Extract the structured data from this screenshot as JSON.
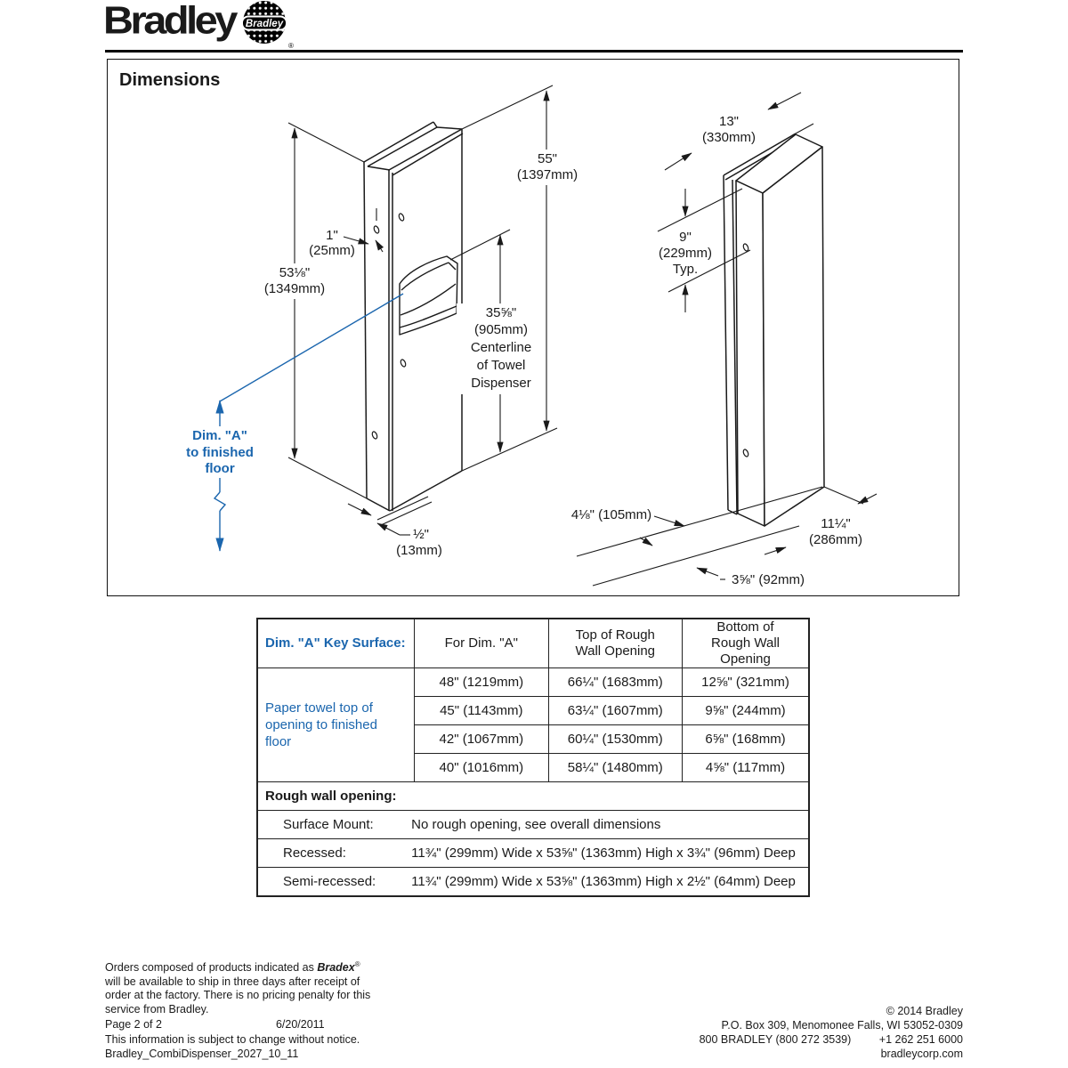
{
  "logo": {
    "brand": "Bradley",
    "globe_text": "Bradley",
    "registered": "®"
  },
  "drawing": {
    "title": "Dimensions",
    "left": {
      "h55": "55\"",
      "h55mm": "(1397mm)",
      "h53": "53⅛\"",
      "h53mm": "(1349mm)",
      "off1": "1\"",
      "off1mm": "(25mm)",
      "centerline": [
        "35⅝\"",
        "(905mm)",
        "Centerline",
        "of Towel",
        "Dispenser"
      ],
      "half": "½\"",
      "halfmm": "(13mm)",
      "dim_a": [
        "Dim. \"A\"",
        "to finished",
        "floor"
      ]
    },
    "right": {
      "d13": "13\"",
      "d13mm": "(330mm)",
      "typ9": [
        "9\"",
        "(229mm)",
        "Typ."
      ],
      "d105": "4⅛\" (105mm)",
      "d286": "11¼\"",
      "d286mm": "(286mm)",
      "d92": "3⅝\" (92mm)"
    }
  },
  "table": {
    "key_surface_label": "Dim. \"A\" Key Surface:",
    "col_dim_a": "For Dim. \"A\"",
    "col_top": "Top of Rough Wall Opening",
    "col_bottom": "Bottom of Rough Wall Opening",
    "key_surface_desc": "Paper towel top of opening to finished floor",
    "rows": [
      [
        "48\" (1219mm)",
        "66¼\" (1683mm)",
        "12⅝\" (321mm)"
      ],
      [
        "45\" (1143mm)",
        "63¼\" (1607mm)",
        "9⅝\" (244mm)"
      ],
      [
        "42\" (1067mm)",
        "60¼\" (1530mm)",
        "6⅝\" (168mm)"
      ],
      [
        "40\" (1016mm)",
        "58¼\" (1480mm)",
        "4⅝\" (117mm)"
      ]
    ],
    "rough_title": "Rough wall opening:",
    "rough_rows": [
      {
        "label": "Surface Mount:",
        "value": "No rough opening, see overall dimensions"
      },
      {
        "label": "Recessed:",
        "value": "11¾\" (299mm) Wide x 53⅝\" (1363mm) High x 3¾\" (96mm) Deep"
      },
      {
        "label": "Semi-recessed:",
        "value": "11¾\" (299mm) Wide x 53⅝\" (1363mm) High x 2½\" (64mm) Deep"
      }
    ]
  },
  "footer": {
    "bradex_prefix": "Orders composed of products indicated as ",
    "bradex_brand": "Bradex",
    "bradex_reg": "®",
    "bradex_line2": "will be available to ship in three days after receipt of",
    "bradex_line3": "order at the factory. There is no pricing penalty for this",
    "bradex_line4": "service from Bradley.",
    "page": "Page 2 of 2",
    "date": "6/20/2011",
    "notice": "This information is subject to change without notice.",
    "doc_id": "Bradley_CombiDispenser_2027_10_11",
    "copyright": "© 2014 Bradley",
    "address": "P.O. Box 309, Menomonee Falls, WI 53052-0309",
    "phone1": "800 BRADLEY (800 272 3539)",
    "phone2": "+1 262 251 6000",
    "website": "bradleycorp.com"
  },
  "colors": {
    "accent_blue": "#1b66ae",
    "ink": "#111111"
  }
}
